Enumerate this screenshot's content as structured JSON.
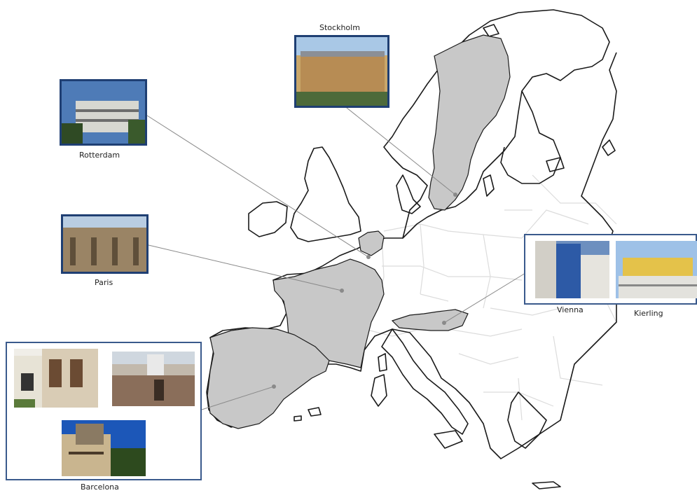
{
  "cities": {
    "stockholm": "Stockholm",
    "rotterdam": "Rotterdam",
    "paris": "Paris",
    "vienna": "Vienna",
    "kierling": "Kierling",
    "barcelona": "Barcelona"
  },
  "colors": {
    "highlight_country": "#c8c8c8",
    "borders": "#dddddd",
    "coastline": "#1a1a1a",
    "frame": "#1f3f73",
    "leader_line": "#8a8a8a"
  },
  "highlighted_countries": [
    "Sweden",
    "Netherlands",
    "France",
    "Spain",
    "Austria"
  ]
}
